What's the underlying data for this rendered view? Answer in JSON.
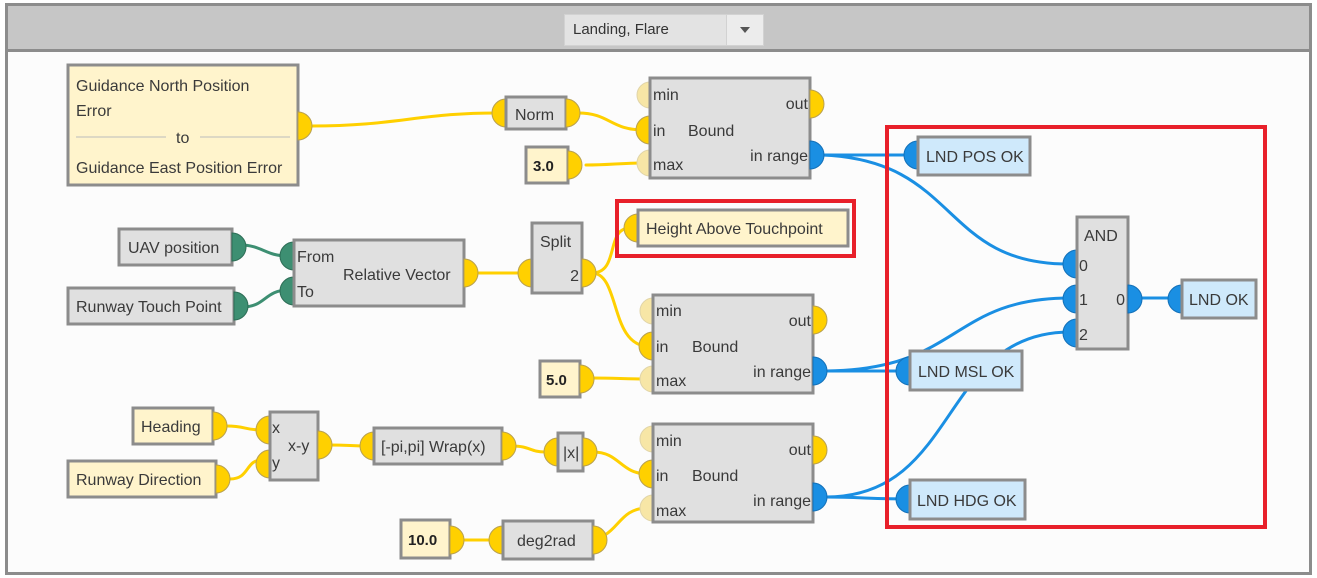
{
  "toolbar": {
    "mode_select": {
      "selected": "Landing, Flare",
      "dropdown_icon": "chevron-down-icon"
    }
  },
  "colors": {
    "scalar_wire": "#ffd000",
    "bool_wire": "#1a8fe3",
    "vector_wire": "#3d8f72",
    "input_node_fill": "#fff4cc",
    "op_node_fill": "#e0e0e0",
    "output_node_fill": "#cfe9fb",
    "highlight": "#e8202a"
  },
  "nodes": {
    "guidance_range": {
      "line1": "Guidance North Position",
      "line2": "Error",
      "sep": "to",
      "line3": "Guidance East Position Error"
    },
    "norm": {
      "label": "Norm"
    },
    "const_3": {
      "label": "3.0"
    },
    "bound1": {
      "title": "Bound",
      "min": "min",
      "in": "in",
      "max": "max",
      "out": "out",
      "in_range": "in range"
    },
    "uav_position": {
      "label": "UAV position"
    },
    "runway_touch_point": {
      "label": "Runway Touch Point"
    },
    "relative_vector": {
      "title": "Relative Vector",
      "from": "From",
      "to": "To"
    },
    "split": {
      "title": "Split",
      "port": "2"
    },
    "height_above_touchpoint": {
      "label": "Height Above Touchpoint"
    },
    "bound2": {
      "title": "Bound",
      "min": "min",
      "in": "in",
      "max": "max",
      "out": "out",
      "in_range": "in range"
    },
    "const_5": {
      "label": "5.0"
    },
    "heading": {
      "label": "Heading"
    },
    "runway_direction": {
      "label": "Runway Direction"
    },
    "xy": {
      "title": "x-y",
      "x": "x",
      "y": "y"
    },
    "wrap": {
      "label": "[-pi,pi] Wrap(x)"
    },
    "abs": {
      "label": "|x|"
    },
    "bound3": {
      "title": "Bound",
      "min": "min",
      "in": "in",
      "max": "max",
      "out": "out",
      "in_range": "in range"
    },
    "const_10": {
      "label": "10.0"
    },
    "deg2rad": {
      "label": "deg2rad"
    },
    "lnd_pos_ok": {
      "label": "LND POS OK"
    },
    "lnd_msl_ok": {
      "label": "LND MSL OK"
    },
    "lnd_hdg_ok": {
      "label": "LND HDG OK"
    },
    "and": {
      "title": "AND",
      "in0": "0",
      "in1": "1",
      "in2": "2",
      "out0": "0"
    },
    "lnd_ok": {
      "label": "LND OK"
    }
  }
}
